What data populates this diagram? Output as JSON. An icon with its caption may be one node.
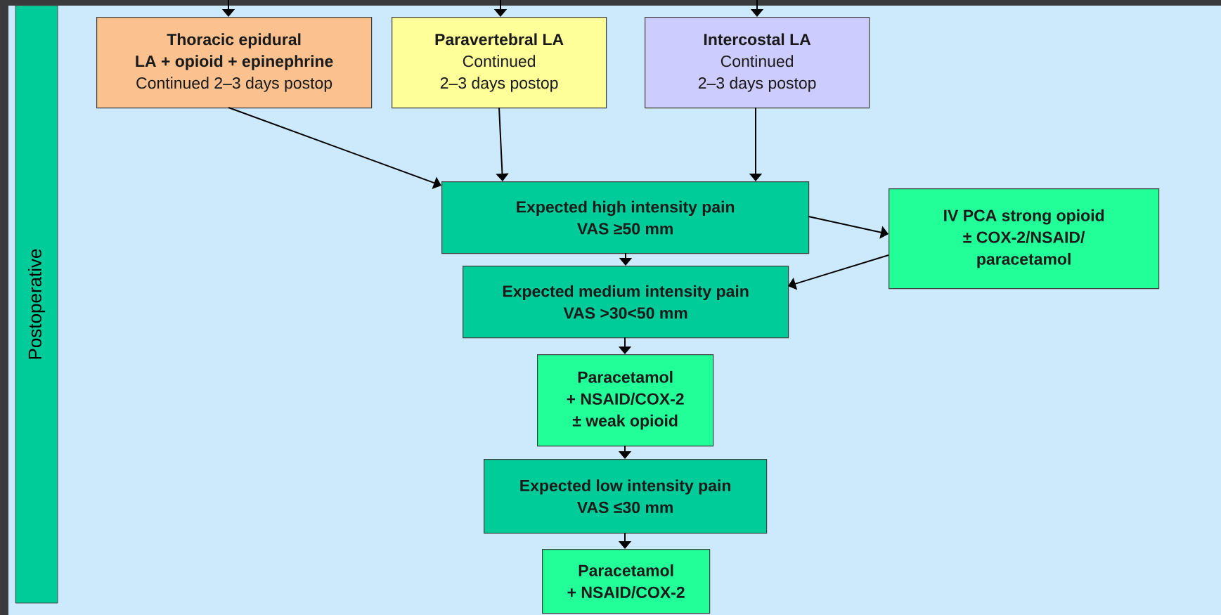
{
  "diagram": {
    "nodes": [
      {
        "text": [
          "Postoperative"
        ]
      },
      {
        "text": [
          "Thoracic epidural",
          "LA + opioid + epinephrine",
          "Continued 2–3 days postop"
        ]
      },
      {
        "text": [
          "Paravertebral LA",
          "Continued",
          "2–3 days postop"
        ]
      },
      {
        "text": [
          "Intercostal LA",
          "Continued",
          "2–3 days postop"
        ]
      },
      {
        "text": [
          "Expected high intensity pain",
          "VAS ≥50 mm"
        ]
      },
      {
        "text": [
          "IV PCA strong opioid",
          "± COX-2/NSAID/",
          "paracetamol"
        ]
      },
      {
        "text": [
          "Expected medium intensity pain",
          "VAS >30<50 mm"
        ]
      },
      {
        "text": [
          "Paracetamol",
          "+ NSAID/COX-2",
          "± weak opioid"
        ]
      },
      {
        "text": [
          "Expected low intensity pain",
          "VAS ≤30 mm"
        ]
      },
      {
        "text": [
          "Paracetamol",
          "+ NSAID/COX-2"
        ]
      }
    ],
    "edges": [
      {
        "from": null,
        "to": 1,
        "arrow": "to"
      },
      {
        "from": null,
        "to": 2,
        "arrow": "to"
      },
      {
        "from": null,
        "to": 3,
        "arrow": "to"
      },
      {
        "from": 1,
        "to": 4,
        "arrow": "to"
      },
      {
        "from": 2,
        "to": 4,
        "arrow": "to"
      },
      {
        "from": 3,
        "to": 4,
        "arrow": "to"
      },
      {
        "from": 4,
        "to": 5,
        "arrow": "to"
      },
      {
        "from": 5,
        "to": 6,
        "arrow": "to"
      },
      {
        "from": 4,
        "to": 6,
        "arrow": "to"
      },
      {
        "from": 6,
        "to": 7,
        "arrow": "to"
      },
      {
        "from": 7,
        "to": 8,
        "arrow": "to"
      },
      {
        "from": 8,
        "to": 9,
        "arrow": "to"
      }
    ]
  }
}
